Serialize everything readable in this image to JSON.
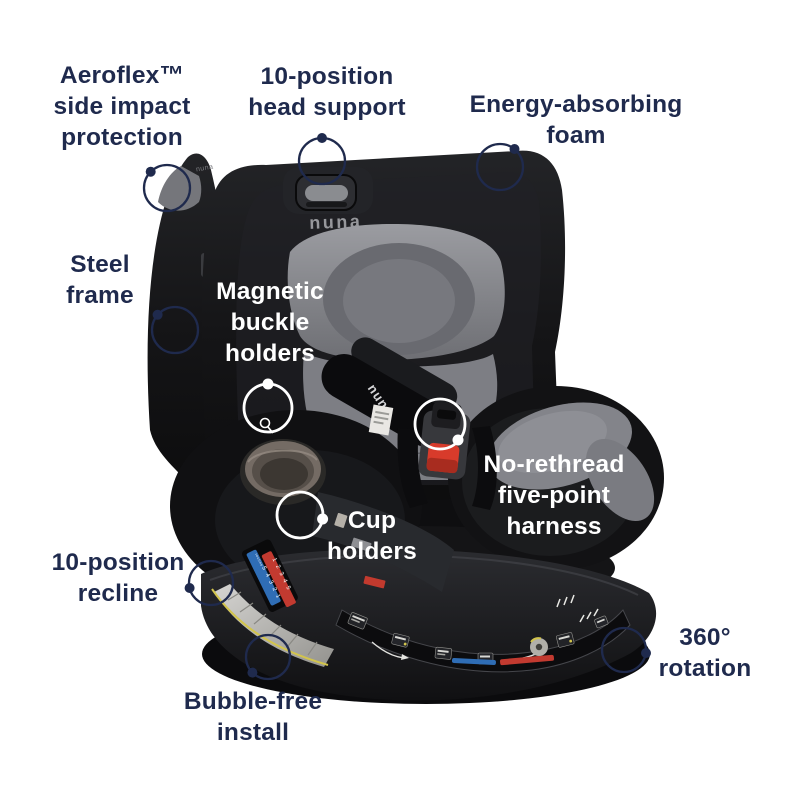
{
  "brand": {
    "logo": "nuna"
  },
  "callouts": {
    "aeroflex": {
      "lines": [
        "Aeroflex™",
        "side impact",
        "protection"
      ]
    },
    "head_support": {
      "lines": [
        "10-position",
        "head support"
      ]
    },
    "energy_foam": {
      "lines": [
        "Energy-absorbing",
        "foam"
      ]
    },
    "steel_frame": {
      "lines": [
        "Steel",
        "frame"
      ]
    },
    "magnetic_buckle": {
      "lines": [
        "Magnetic",
        "buckle",
        "holders"
      ]
    },
    "harness": {
      "lines": [
        "No-rethread",
        "five-point",
        "harness"
      ]
    },
    "cup_holders": {
      "lines": [
        "Cup",
        "holders"
      ]
    },
    "recline": {
      "lines": [
        "10-position",
        "recline"
      ]
    },
    "bubble_free": {
      "lines": [
        "Bubble-free",
        "install"
      ]
    },
    "rotation": {
      "lines": [
        "360°",
        "rotation"
      ]
    }
  },
  "base_labels": {
    "recline_word": "recline",
    "recline_scale_blue": "5 4 3 2 1",
    "recline_scale_red": "1 2 3 4 5"
  },
  "colors": {
    "label_navy": "#1f2a4d",
    "label_white": "#ffffff",
    "seat_black": "#141416",
    "insert_grey": "#85868b",
    "buckle_red": "#d83b2b",
    "strip_blue": "#2f6db5",
    "strip_red": "#c23a30",
    "silver": "#b1afa9",
    "accent_yellow": "#d2c44d"
  }
}
